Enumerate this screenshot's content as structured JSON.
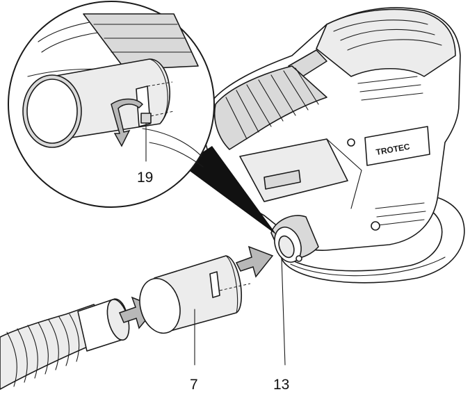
{
  "labels": {
    "latch": "19",
    "adapter": "7",
    "dust_port": "13"
  },
  "brand": "TROTEC",
  "colors": {
    "line": "#1a1a1a",
    "arrow_fill": "#b8b8b8",
    "body_fill": "#d9d9d9",
    "background": "#ffffff"
  }
}
